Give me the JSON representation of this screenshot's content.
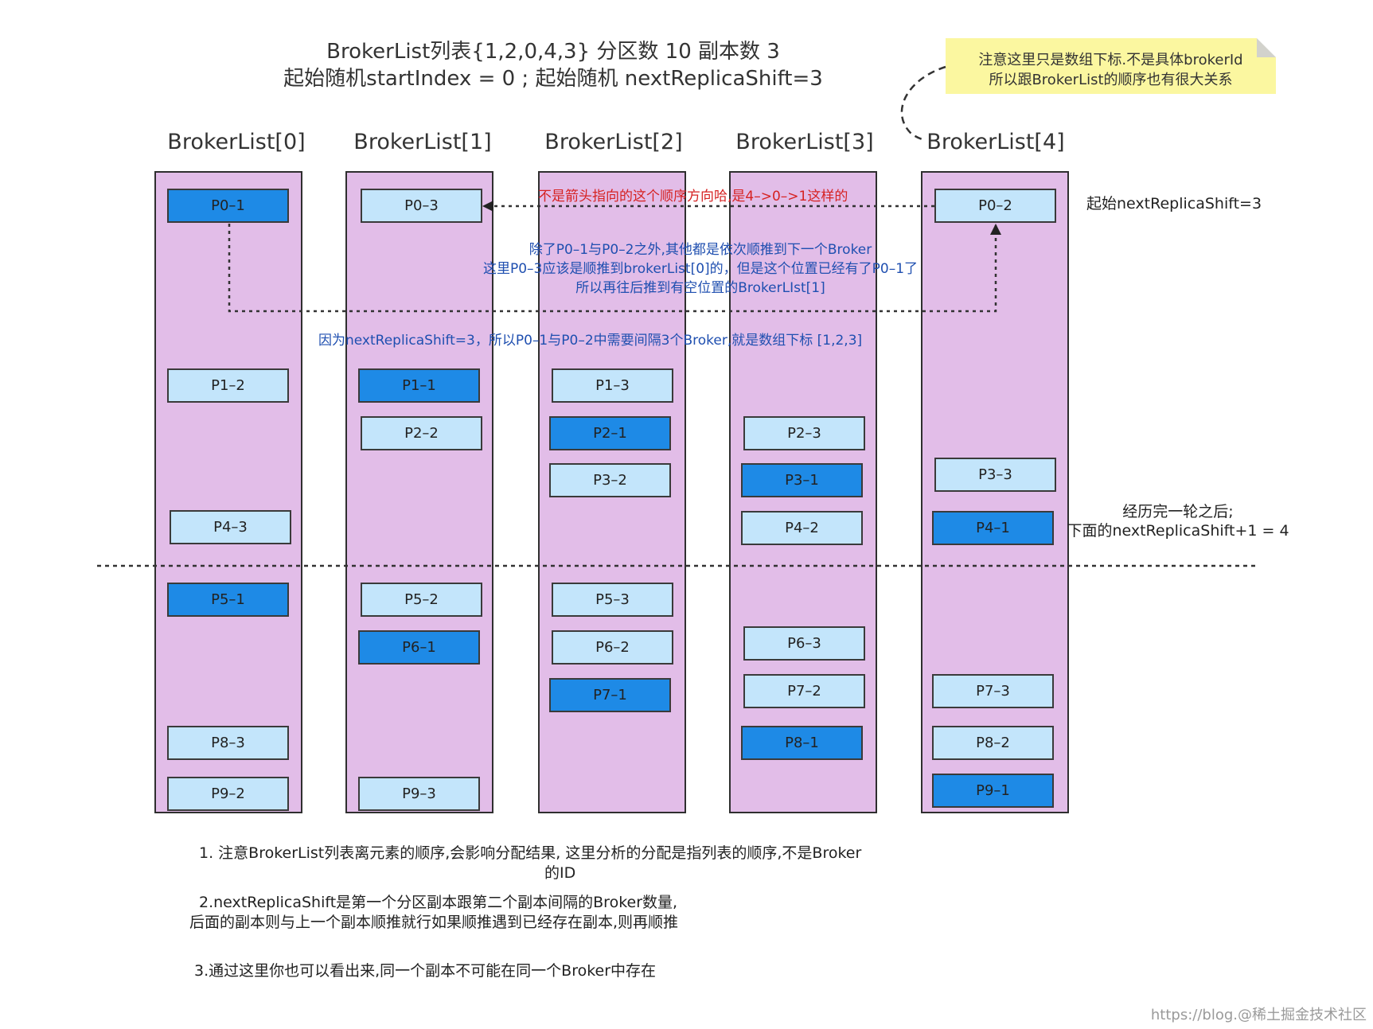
{
  "title": {
    "line1": "BrokerList列表{1,2,0,4,3} 分区数 10 副本数 3",
    "line2": "起始随机startIndex = 0 ; 起始随机 nextReplicaShift=3"
  },
  "note": {
    "line1": "注意这里只是数组下标.不是具体brokerId",
    "line2": "所以跟BrokerList的顺序也有很大关系"
  },
  "columns": [
    {
      "header": "BrokerList[0]",
      "replicas": [
        {
          "label": "P0–1",
          "leader": true
        },
        {
          "label": "P1–2",
          "leader": false
        },
        {
          "label": "P4–3",
          "leader": false
        },
        {
          "label": "P5–1",
          "leader": true
        },
        {
          "label": "P8–3",
          "leader": false
        },
        {
          "label": "P9–2",
          "leader": false
        }
      ]
    },
    {
      "header": "BrokerList[1]",
      "replicas": [
        {
          "label": "P0–3",
          "leader": false
        },
        {
          "label": "P1–1",
          "leader": true
        },
        {
          "label": "P2–2",
          "leader": false
        },
        {
          "label": "P5–2",
          "leader": false
        },
        {
          "label": "P6–1",
          "leader": true
        },
        {
          "label": "P9–3",
          "leader": false
        }
      ]
    },
    {
      "header": "BrokerList[2]",
      "replicas": [
        {
          "label": "P1–3",
          "leader": false
        },
        {
          "label": "P2–1",
          "leader": true
        },
        {
          "label": "P3–2",
          "leader": false
        },
        {
          "label": "P5–3",
          "leader": false
        },
        {
          "label": "P6–2",
          "leader": false
        },
        {
          "label": "P7–1",
          "leader": true
        }
      ]
    },
    {
      "header": "BrokerList[3]",
      "replicas": [
        {
          "label": "P2–3",
          "leader": false
        },
        {
          "label": "P3–1",
          "leader": true
        },
        {
          "label": "P4–2",
          "leader": false
        },
        {
          "label": "P6–3",
          "leader": false
        },
        {
          "label": "P7–2",
          "leader": false
        },
        {
          "label": "P8–1",
          "leader": true
        }
      ]
    },
    {
      "header": "BrokerList[4]",
      "replicas": [
        {
          "label": "P0–2",
          "leader": false
        },
        {
          "label": "P3–3",
          "leader": false
        },
        {
          "label": "P4–1",
          "leader": true
        },
        {
          "label": "P7–3",
          "leader": false
        },
        {
          "label": "P8–2",
          "leader": false
        },
        {
          "label": "P9–1",
          "leader": true
        }
      ]
    }
  ],
  "annotations": {
    "red_direction": "不是箭头指向的这个顺序方向哈,是4–>0–>1这样的",
    "blue_line1": "除了P0–1与P0–2之外,其他都是依次顺推到下一个Broker",
    "blue_line2": "这里P0–3应该是顺推到brokerList[0]的，但是这个位置已经有了P0–1了",
    "blue_line3": "所以再往后推到有空位置的BrokerLIst[1]",
    "blue_shift": "因为nextReplicaShift=3，所以P0–1与P0–2中需要间隔3个Broker,就是数组下标 [1,2,3]"
  },
  "side": {
    "start_shift": "起始nextReplicaShift=3",
    "after_round_1": "经历完一轮之后;",
    "after_round_2": "下面的nextReplicaShift+1 = 4"
  },
  "footnotes": {
    "n1_line1": "1. 注意BrokerList列表离元素的顺序,会影响分配结果, 这里分析的分配是指列表的顺序,不是Broker",
    "n1_line2": "的ID",
    "n2_line1": "2.nextReplicaShift是第一个分区副本跟第二个副本间隔的Broker数量,",
    "n2_line2": "后面的副本则与上一个副本顺推就行如果顺推遇到已经存在副本,则再顺推",
    "n3": "3.通过这里你也可以看出来,同一个副本不可能在同一个Broker中存在"
  },
  "watermark": "https://blog.@稀土掘金技术社区",
  "colors": {
    "column_fill": "#e2bde8",
    "leader_fill": "#1e8ae6",
    "follower_fill": "#c3e5fb",
    "note_fill": "#fbf7a0",
    "red_text": "#d62222",
    "blue_text": "#1f4fb0"
  }
}
